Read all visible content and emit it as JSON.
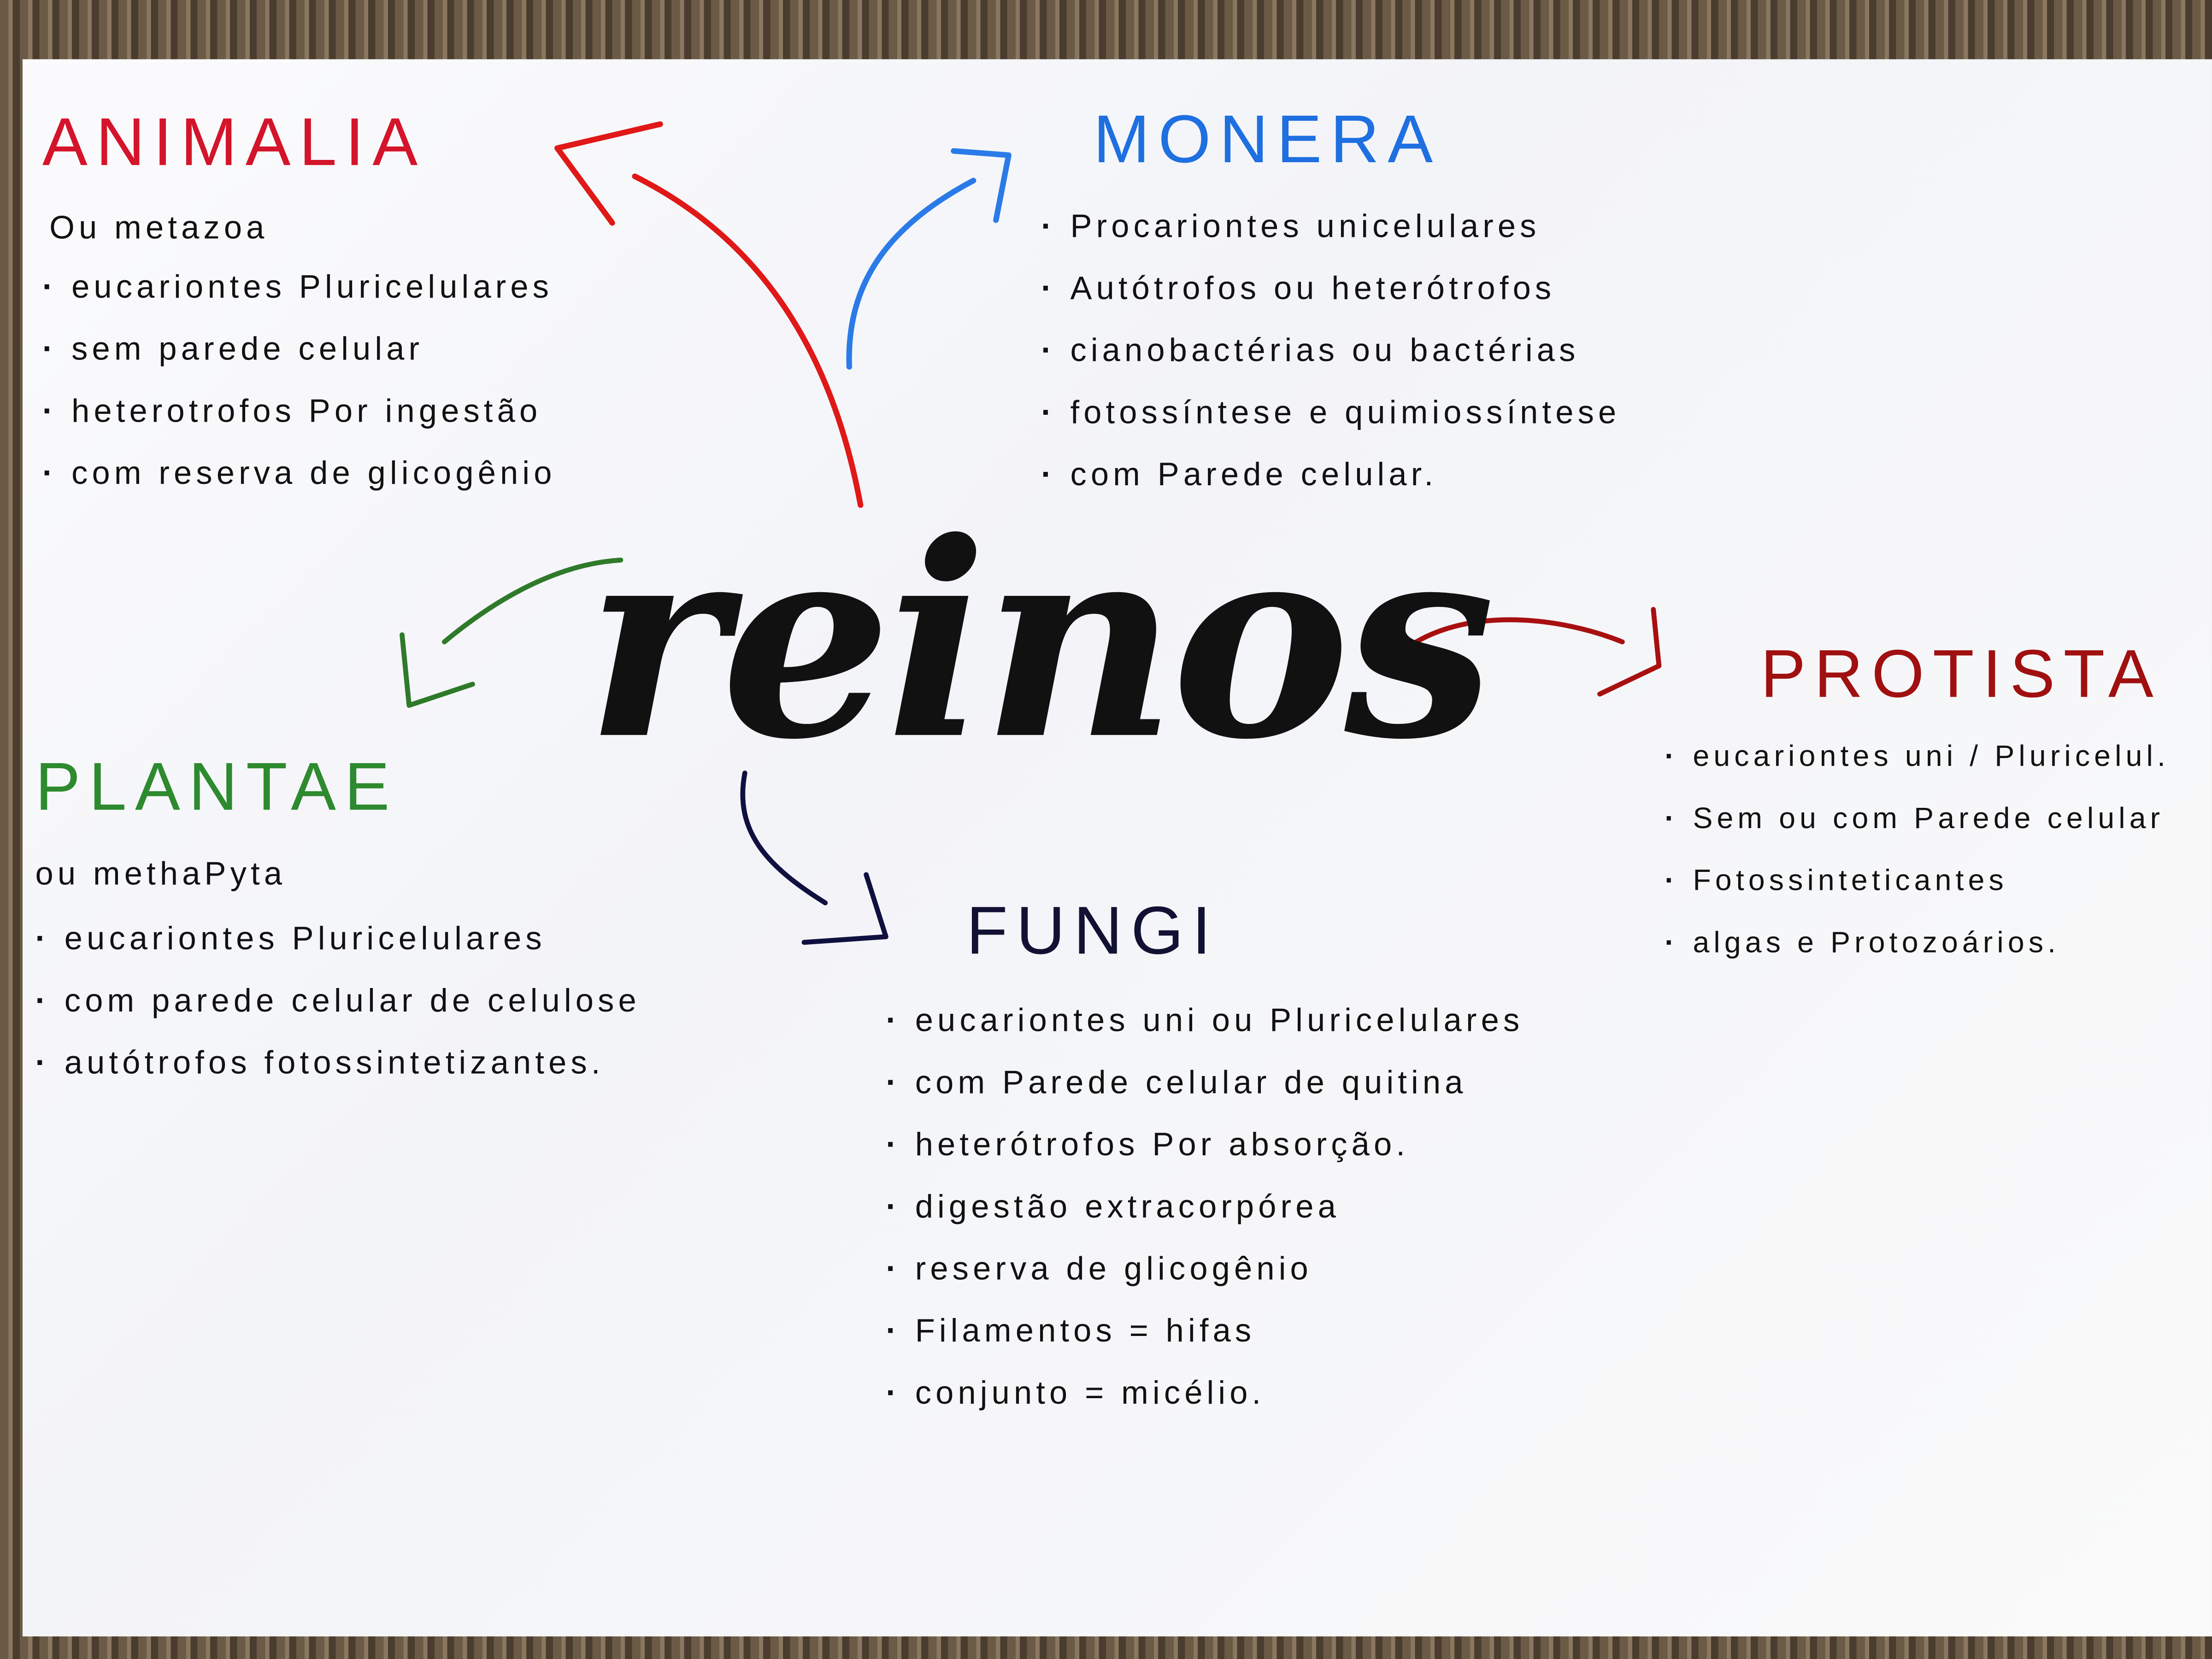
{
  "title": "reinos",
  "colors": {
    "animalia": "#d4142a",
    "monera": "#1e6fe0",
    "plantae": "#2e8a2e",
    "protista": "#a01010",
    "fungi": "#111133",
    "arrow_animalia": "#e01818",
    "arrow_monera": "#2a7be8",
    "arrow_plantae": "#2f7a2a",
    "arrow_protista": "#a81010",
    "arrow_fungi": "#101040"
  },
  "kingdoms": {
    "animalia": {
      "name": "ANIMALIA",
      "subtitle": "Ou metazoa",
      "items": [
        "eucariontes Pluricelulares",
        "sem parede celular",
        "heterotrofos Por ingestão",
        "com reserva de glicogênio"
      ]
    },
    "monera": {
      "name": "MONERA",
      "items": [
        "Procariontes unicelulares",
        "Autótrofos ou heterótrofos",
        "cianobactérias ou bactérias",
        "fotossíntese e quimiossíntese",
        "com Parede celular."
      ]
    },
    "plantae": {
      "name": "PLANTAE",
      "subtitle": "ou methaPyta",
      "items": [
        "eucariontes Pluricelulares",
        "com parede celular de celulose",
        "autótrofos fotossintetizantes."
      ]
    },
    "fungi": {
      "name": "FUNGI",
      "items": [
        "eucariontes uni ou Pluricelulares",
        "com Parede celular de quitina",
        "heterótrofos Por absorção.",
        "digestão extracorpórea",
        "reserva de glicogênio",
        "Filamentos = hifas",
        "conjunto = micélio."
      ]
    },
    "protista": {
      "name": "PROTISTA",
      "items": [
        "eucariontes uni / Pluricelul.",
        "Sem ou com Parede celular",
        "Fotossinteticantes",
        "algas e Protozoários."
      ]
    }
  }
}
